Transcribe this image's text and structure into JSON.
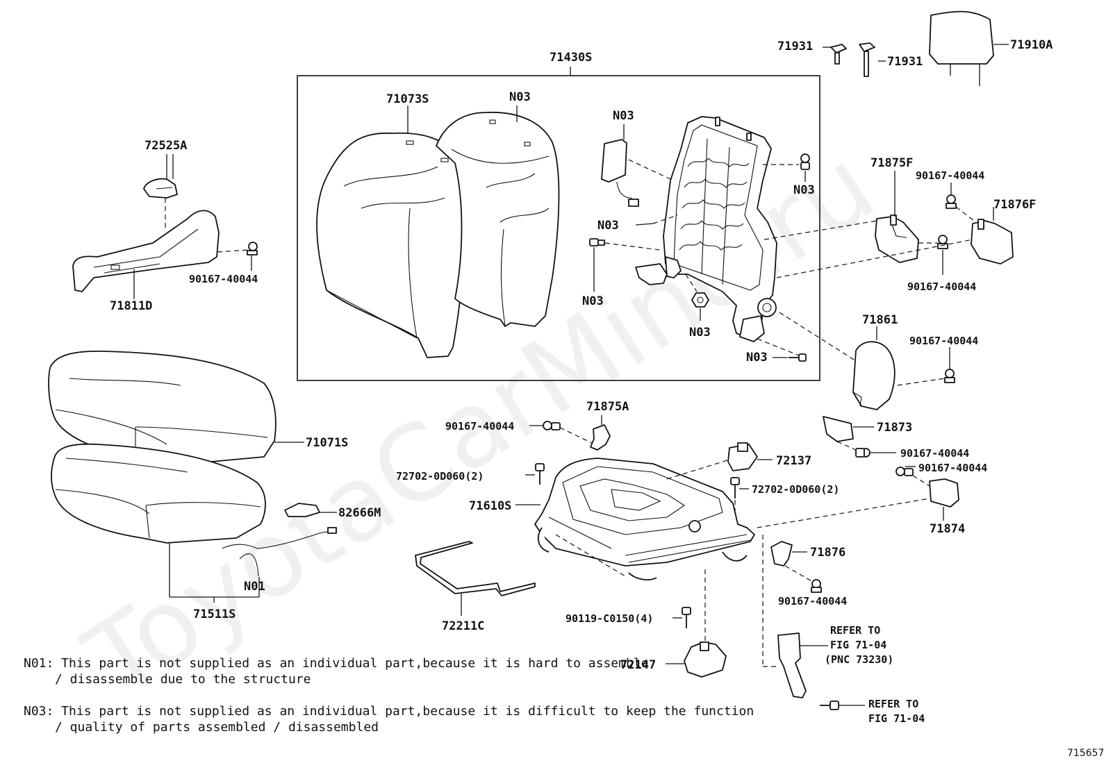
{
  "watermark": "ToyotaCarMine.ru",
  "figure_id": "715657",
  "labels": {
    "l_71430S": "71430S",
    "l_71073S": "71073S",
    "l_N03_cover": "N03",
    "l_N03_airbag": "N03",
    "l_N03_right": "N03",
    "l_N03_left_frame": "N03",
    "l_N03_bolt": "N03",
    "l_N03_nut": "N03",
    "l_N03_lower": "N03",
    "l_71931_a": "71931",
    "l_71931_b": "71931",
    "l_71910A": "71910A",
    "l_72525A": "72525A",
    "l_90167_left": "90167-40044",
    "l_71811D": "71811D",
    "l_71875F": "71875F",
    "l_90167_top_r": "90167-40044",
    "l_71876F": "71876F",
    "l_90167_mid_r": "90167-40044",
    "l_71861": "71861",
    "l_90167_71861": "90167-40044",
    "l_71071S": "71071S",
    "l_82666M": "82666M",
    "l_N01": "N01",
    "l_71511S": "71511S",
    "l_71875A": "71875A",
    "l_90167_71875A": "90167-40044",
    "l_72702_left": "72702-0D060(2)",
    "l_71610S": "71610S",
    "l_72137": "72137",
    "l_72702_right": "72702-0D060(2)",
    "l_71873": "71873",
    "l_90167_71873": "90167-40044",
    "l_90167_71874": "90167-40044",
    "l_71874": "71874",
    "l_71876": "71876",
    "l_90167_71876": "90167-40044",
    "l_72211C": "72211C",
    "l_90119": "90119-C0150(4)",
    "l_72147": "72147",
    "l_refer1_a": "REFER TO",
    "l_refer1_b": "FIG 71-04",
    "l_refer1_c": "(PNC 73230)",
    "l_refer2_a": "REFER TO",
    "l_refer2_b": "FIG 71-04"
  },
  "notes": {
    "n01_line1": "N01: This part is not supplied as an individual part,because it is hard to assemble",
    "n01_line2": "/ disassemble due to the structure",
    "n03_line1": "N03: This part is not supplied as an individual part,because it is difficult to keep the function",
    "n03_line2": "/ quality of parts assembled / disassembled"
  }
}
